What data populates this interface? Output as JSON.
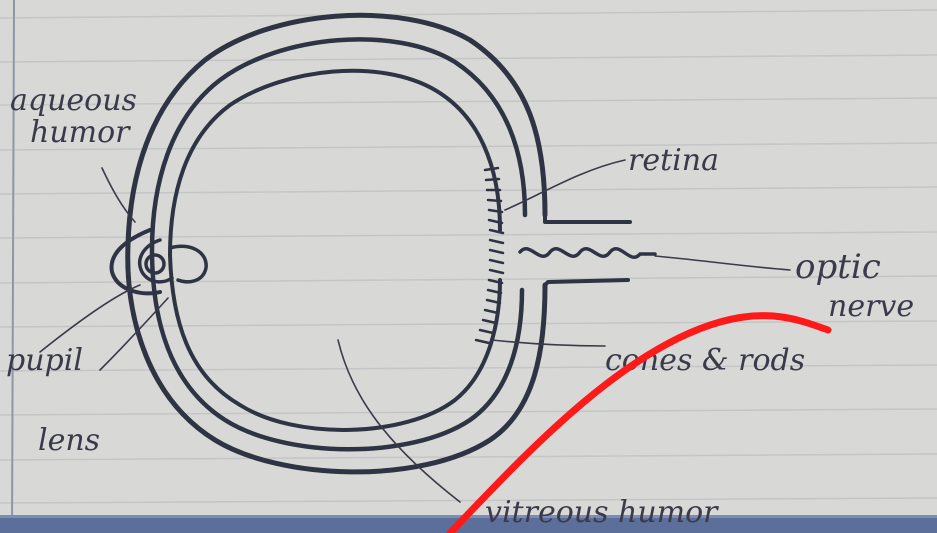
{
  "labels": {
    "aqueous_line1": "aqueous",
    "aqueous_line2": "humor",
    "retina": "retina",
    "optic_line1": "optic",
    "optic_line2": "nerve",
    "cones_rods": "cones & rods",
    "pupil": "pupil",
    "lens": "lens",
    "vitreous": "vitreous humor"
  },
  "colors": {
    "paper": "#d9d9d6",
    "rule_line": "#c4c6c8",
    "ink": "#2f3445",
    "annotation_red": "#ff1a1a",
    "bottom_band": "#5b6f9a"
  }
}
